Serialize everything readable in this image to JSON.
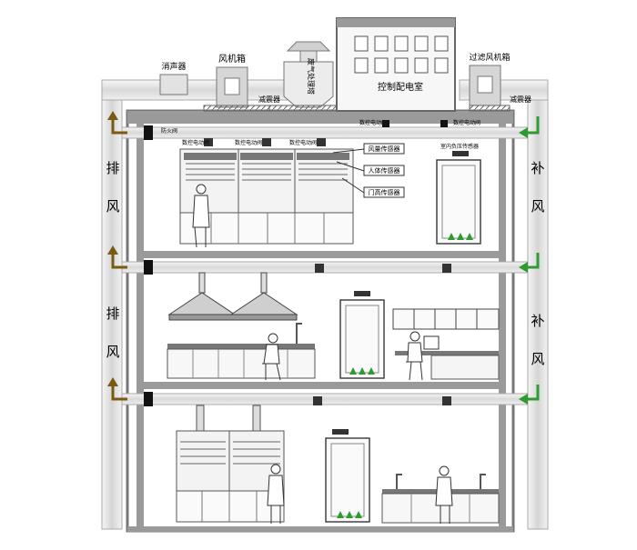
{
  "roof": {
    "silencer": "消声器",
    "fan_box": "风机箱",
    "damper_left": "减震器",
    "waste_gas_tower": "废气处理塔",
    "control_room": "控制配电室",
    "filter_fan_box": "过滤风机箱",
    "damper_right": "减震器"
  },
  "side": {
    "exhaust_top": [
      "排",
      "风"
    ],
    "exhaust_mid": [
      "排",
      "风"
    ],
    "supply_top": [
      "补",
      "风"
    ],
    "supply_mid": [
      "补",
      "风"
    ]
  },
  "floor3": {
    "damper_small": "防火阀",
    "valve_label_1": "数控电动阀",
    "valve_label_2": "数控电动阀",
    "valve_label_3": "数控电动阀",
    "valve_top_center": "数控电动阀",
    "valve_top_right": "数控电动阀",
    "sensor_airflow": "风量传感器",
    "sensor_body": "人体传感器",
    "sensor_door": "门高传感器",
    "sensor_pressure": "室内负压传感器"
  },
  "colors": {
    "exhaust_arrow": "#7a5a12",
    "supply_arrow": "#2f9a2f",
    "wall": "#888888",
    "duct": "#e4e4e4"
  }
}
